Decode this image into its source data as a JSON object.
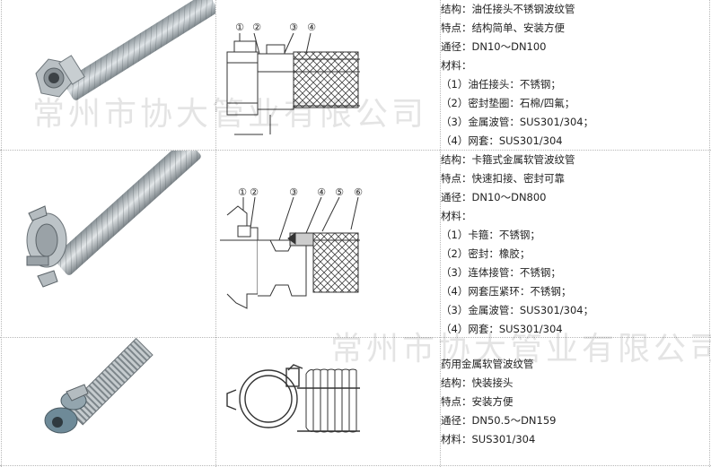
{
  "watermark": {
    "company": "常州市协大管业有限公司"
  },
  "rows": [
    {
      "lines": [
        "结构：油任接头不锈钢波纹管",
        "特点：结构简单、安装方便",
        "通径：DN10～DN100",
        "材料：",
        "（1）油任接头：不锈钢；",
        "（2）密封垫圈：石棉/四氟；",
        "（3）金属波管：SUS301/304；",
        "（4）网套：SUS301/304"
      ],
      "callouts": [
        "①",
        "②",
        "③",
        "④"
      ]
    },
    {
      "lines": [
        "结构：卡箍式金属软管波纹管",
        "特点：快速扣接、密封可靠",
        "通径：DN10～DN800",
        "材料：",
        "（1）卡箍：不锈钢；",
        "（2）密封：橡胶；",
        "（3）连体接管：不锈钢；",
        "（4）网套压紧环：不锈钢；",
        "（3）金属波管：SUS301/304；",
        "（4）网套：SUS301/304"
      ],
      "callouts": [
        "①",
        "②",
        "③",
        "④",
        "⑤",
        "⑥"
      ]
    },
    {
      "lines": [
        "药用金属软管波纹管",
        "结构：快装接头",
        "特点：安装方便",
        "通径：DN50.5～DN159",
        "材料：SUS301/304"
      ]
    }
  ],
  "colors": {
    "grid": "#b8b8b8",
    "text": "#222222",
    "metal": "#a9b1b6"
  }
}
